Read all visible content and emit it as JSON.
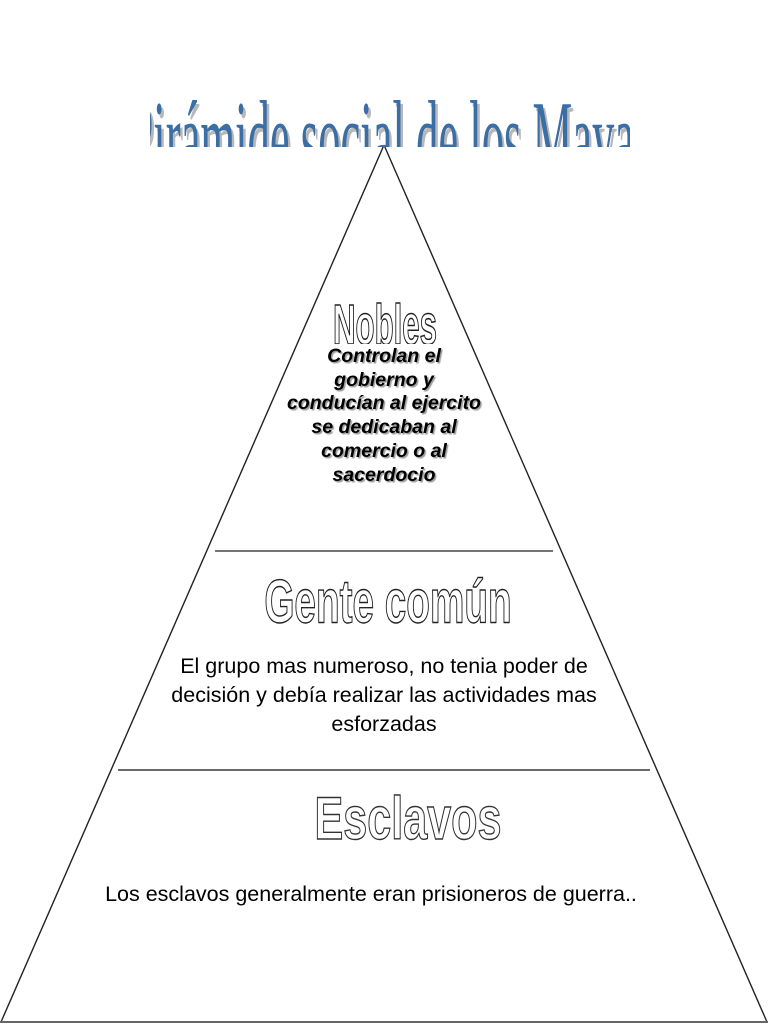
{
  "title": "Pirámide social de los Mayas",
  "colors": {
    "title_fill": "#3a6ea5",
    "title_shadow": "#b8b8b8",
    "lines": "#222222",
    "divider": "#6a6a6a",
    "text": "#000000"
  },
  "pyramid": {
    "apex": [
      384,
      145
    ],
    "base_left": [
      0,
      1022
    ],
    "base_right": [
      768,
      1022
    ]
  },
  "tiers": [
    {
      "heading": "Nobles",
      "description": "Controlan el gobierno y conducían al ejercito se dedicaban al comercio o al sacerdocio"
    },
    {
      "heading": "Gente común",
      "description": "El grupo mas numeroso, no tenia poder de decisión y debía realizar las actividades mas esforzadas"
    },
    {
      "heading": "Esclavos",
      "description": "Los esclavos generalmente eran prisioneros de guerra.."
    }
  ]
}
